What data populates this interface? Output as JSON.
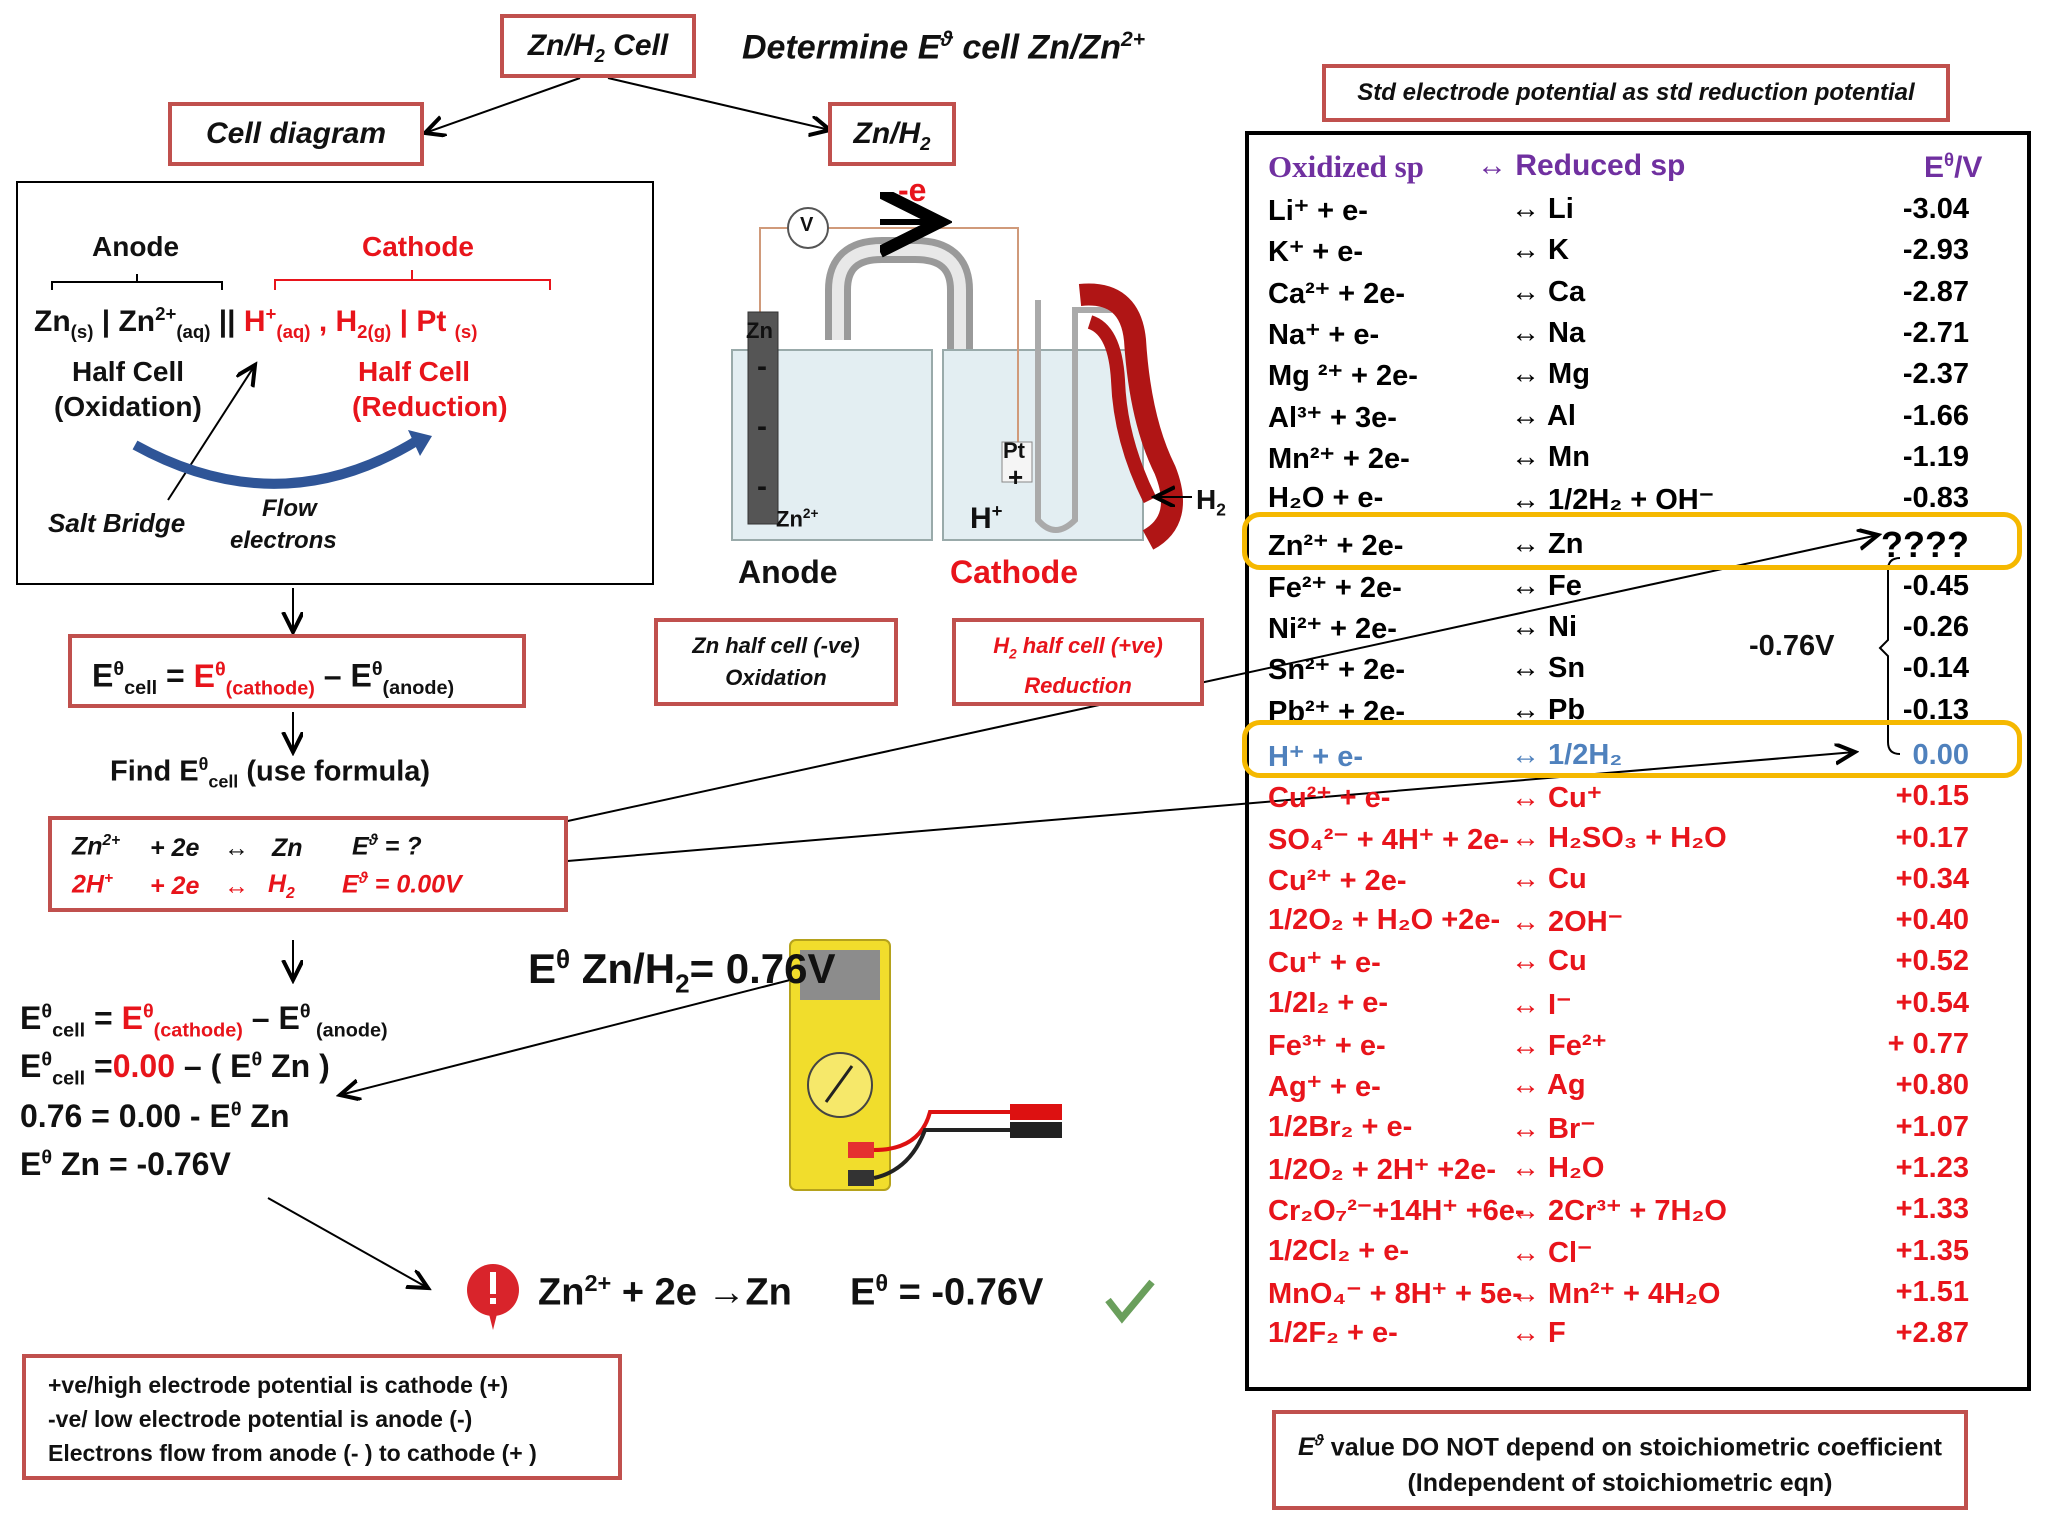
{
  "title_box": {
    "pre": "Zn/H",
    "sub": "2",
    "post": " Cell"
  },
  "main_title": {
    "pre": "Determine E",
    "sym": "ϑ",
    "mid": " cell Zn/Zn",
    "sup": "2+"
  },
  "cell_diagram_label": "Cell diagram",
  "znh2_box": {
    "pre": "Zn/H",
    "sub": "2"
  },
  "std_box_label": "Std electrode potential as std reduction potential",
  "diagram": {
    "anode": "Anode",
    "cathode": "Cathode",
    "zn": "Zn",
    "zn_sub": "(s)",
    "bar1": " | Zn",
    "zn2_sup": "2+",
    "zn2_sub": "(aq)",
    "dbar": " ||",
    "h": " H",
    "h_sup": "+",
    "h_sub": "(aq)",
    "comma": " , H",
    "h2_sub": "2(g)",
    "pt": " | Pt ",
    "pt_sub": "(s)",
    "half_cell_l": "Half Cell",
    "oxidation": "(Oxidation)",
    "half_cell_r": "Half Cell",
    "reduction": "(Reduction)",
    "salt_bridge": "Salt Bridge",
    "flow": "Flow",
    "electrons": "electrons"
  },
  "apparatus": {
    "minus_e": "-e",
    "v": "V",
    "zn": "Zn",
    "minus": "-",
    "zn2": "Zn",
    "zn2_sup": "2+",
    "pt": "Pt",
    "plus": "+",
    "hplus": "H",
    "hplus_sup": "+",
    "h2": "H",
    "h2_sub": "2",
    "anode": "Anode",
    "cathode": "Cathode"
  },
  "zn_half_cell": {
    "line1": "Zn half cell (-ve)",
    "line2": "Oxidation"
  },
  "h2_half_cell": {
    "pre": "H",
    "sub": "2",
    "post": " half cell (+ve)",
    "line2": "Reduction"
  },
  "formula": {
    "e": "E",
    "theta": "θ",
    "cell": "cell",
    "eq": " = ",
    "cathode": "(cathode)",
    "minus": " – ",
    "anode": "(anode)"
  },
  "find": {
    "pre": "Find E",
    "sup": "θ",
    "sub": "cell",
    "post": " (use formula)"
  },
  "eqbox": {
    "r1a": "Zn",
    "r1a_sup": "2+",
    "r1b": "+ 2e",
    "r1c": "↔",
    "r1d": "Zn",
    "r1e": "E",
    "r1e_sym": "ϑ",
    "r1f": " =   ?",
    "r2a": "2H",
    "r2a_sup": "+",
    "r2b": "+  2e",
    "r2c": "↔",
    "r2d": "H",
    "r2d_sub": "2",
    "r2e": "E",
    "r2e_sym": "ϑ",
    "r2f": " = 0.00V"
  },
  "calc": {
    "l1_e": "E",
    "l1_sup": "θ",
    "l1_sub": "cell",
    "l1_eq": "  = ",
    "l1_red": "E",
    "l1_red_sup": "θ",
    "l1_red_sub": "(cathode)",
    "l1_rest": " – E",
    "l1_rest_sup": "θ",
    "l1_anode": " (anode)",
    "l2_e": "E",
    "l2_sup": "θ",
    "l2_sub": "cell",
    "l2_eq": " =",
    "l2_red": "0.00",
    "l2_rest": " – ( E",
    "l2_rest_sup": "θ",
    "l2_end": " Zn )",
    "l3": "0.76   = 0.00 - E",
    "l3_sup": "θ",
    "l3_end": " Zn",
    "l4": "E",
    "l4_sup": "θ",
    "l4_end": " Zn = -0.76V"
  },
  "meter_label": {
    "e": "E",
    "sup": "θ",
    "mid": " Zn/H",
    "sub": "2",
    "eq": "= ",
    "val": "0.76V"
  },
  "result": {
    "pre": "Zn",
    "sup": "2+",
    "mid": " + 2e ",
    "arrow": "→",
    "zn": "Zn",
    "e": "E",
    "e_sup": "θ",
    "val": "  = -0.76V"
  },
  "rules": [
    "+ve/high electrode potential is cathode (+)",
    "-ve/ low electrode potential is anode (-)",
    "Electrons flow from anode (- ) to cathode (+ )"
  ],
  "note": {
    "e": "E",
    "sym": "ϑ",
    "line1": " value DO NOT depend on stoichiometric coefficient",
    "line2": "(Independent of stoichiometric eqn)"
  },
  "table": {
    "h1": "Oxidized sp",
    "h2": "↔ Reduced sp",
    "h3": "E",
    "h3_sup": "θ",
    "h3_post": "/V",
    "rows": [
      {
        "ox": "Li⁺  + e-",
        "red": "↔  Li",
        "e": "-3.04",
        "color": "#000000"
      },
      {
        "ox": "K⁺   + e-",
        "red": "↔  K",
        "e": "-2.93",
        "color": "#000000"
      },
      {
        "ox": "Ca²⁺ + 2e-",
        "red": "↔  Ca",
        "e": "-2.87",
        "color": "#000000"
      },
      {
        "ox": "Na⁺   + e-",
        "red": "↔  Na",
        "e": "-2.71",
        "color": "#000000"
      },
      {
        "ox": "Mg ²⁺ + 2e-",
        "red": "↔  Mg",
        "e": "-2.37",
        "color": "#000000"
      },
      {
        "ox": "Al³⁺  + 3e-",
        "red": "↔  Al",
        "e": "-1.66",
        "color": "#000000"
      },
      {
        "ox": "Mn²⁺ + 2e-",
        "red": "↔  Mn",
        "e": "-1.19",
        "color": "#000000"
      },
      {
        "ox": "H₂O  + e-",
        "red": "↔ 1/2H₂ + OH⁻",
        "e": "-0.83",
        "color": "#000000"
      },
      {
        "ox": "Zn²⁺  + 2e-",
        "red": "↔  Zn",
        "e": "????",
        "color": "#000000"
      },
      {
        "ox": "Fe²⁺  + 2e-",
        "red": "↔  Fe",
        "e": "-0.45",
        "color": "#000000"
      },
      {
        "ox": "Ni²⁺  + 2e-",
        "red": "↔  Ni",
        "e": "-0.26",
        "color": "#000000"
      },
      {
        "ox": "Sn²⁺  + 2e-",
        "red": "↔ Sn",
        "e": "-0.14",
        "color": "#000000"
      },
      {
        "ox": "Pb²⁺  + 2e-",
        "red": "↔ Pb",
        "e": "-0.13",
        "color": "#000000"
      },
      {
        "ox": "H⁺     + e-",
        "red": "↔ 1/2H₂",
        "e": "0.00",
        "color": "#4f81bd"
      },
      {
        "ox": "Cu²⁺  + e-",
        "red": "↔ Cu⁺",
        "e": "+0.15",
        "color": "#e8141b"
      },
      {
        "ox": "SO₄²⁻ + 4H⁺ + 2e-",
        "red": "↔ H₂SO₃ + H₂O",
        "e": "+0.17",
        "color": "#e8141b"
      },
      {
        "ox": "Cu²⁺  + 2e-",
        "red": "↔ Cu",
        "e": "+0.34",
        "color": "#e8141b"
      },
      {
        "ox": "1/2O₂  + H₂O +2e-",
        "red": "↔  2OH⁻",
        "e": "+0.40",
        "color": "#e8141b"
      },
      {
        "ox": "Cu⁺    + e-",
        "red": "↔  Cu",
        "e": "+0.52",
        "color": "#e8141b"
      },
      {
        "ox": "1/2I₂    + e-",
        "red": "↔   I⁻",
        "e": "+0.54",
        "color": "#e8141b"
      },
      {
        "ox": "Fe³⁺    + e-",
        "red": "↔  Fe²⁺",
        "e": "+ 0.77",
        "color": "#e8141b"
      },
      {
        "ox": "Ag⁺     + e-",
        "red": "↔  Ag",
        "e": "+0.80",
        "color": "#e8141b"
      },
      {
        "ox": "1/2Br₂  + e-",
        "red": "↔  Br⁻",
        "e": "+1.07",
        "color": "#e8141b"
      },
      {
        "ox": "1/2O₂  + 2H⁺ +2e-",
        "red": "↔  H₂O",
        "e": "+1.23",
        "color": "#e8141b"
      },
      {
        "ox": "Cr₂O₇²⁻+14H⁺ +6e-",
        "red": "↔  2Cr³⁺ + 7H₂O",
        "e": "+1.33",
        "color": "#e8141b"
      },
      {
        "ox": "1/2Cl₂   + e-",
        "red": "↔  Cl⁻",
        "e": "+1.35",
        "color": "#e8141b"
      },
      {
        "ox": "MnO₄⁻ + 8H⁺ + 5e-",
        "red": "↔ Mn²⁺ + 4H₂O",
        "e": "+1.51",
        "color": "#e8141b"
      },
      {
        "ox": "1/2F₂     + e-",
        "red": "↔  F",
        "e": "+2.87",
        "color": "#e8141b"
      }
    ],
    "bracket_label": "-0.76V"
  }
}
